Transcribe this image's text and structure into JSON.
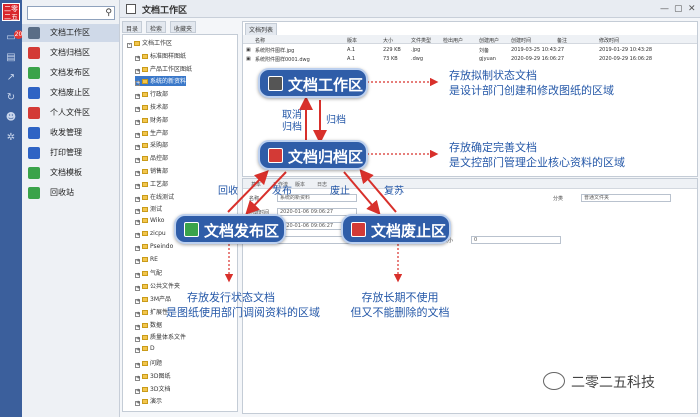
{
  "logo": {
    "text": "二零\n二五"
  },
  "rail": {
    "badge": "20"
  },
  "nav": {
    "search_placeholder": "",
    "items": [
      {
        "label": "文档工作区",
        "color": "#5a6d86"
      },
      {
        "label": "文档归档区",
        "color": "#d33a36"
      },
      {
        "label": "文档发布区",
        "color": "#3aa34a"
      },
      {
        "label": "文档废止区",
        "color": "#2e63c4"
      },
      {
        "label": "个人文件区",
        "color": "#d33a36"
      },
      {
        "label": "收发管理",
        "color": "#2e63c4"
      },
      {
        "label": "打印管理",
        "color": "#2e63c4"
      },
      {
        "label": "文档模板",
        "color": "#3aa34a"
      },
      {
        "label": "回收站",
        "color": "#3aa34a"
      }
    ]
  },
  "window": {
    "title": "文档工作区",
    "left_tabs": [
      "目录",
      "检索",
      "收藏夹"
    ],
    "tree": [
      {
        "label": "文档工作区",
        "level": 0,
        "exp": true
      },
      {
        "label": "标准图样图纸",
        "level": 1
      },
      {
        "label": "产品工作区图纸",
        "level": 1
      },
      {
        "label": "系统的新资料",
        "level": 1,
        "sel": true
      },
      {
        "label": "行政部",
        "level": 1
      },
      {
        "label": "技术部",
        "level": 1
      },
      {
        "label": "财务部",
        "level": 1
      },
      {
        "label": "生产部",
        "level": 1
      },
      {
        "label": "采购部",
        "level": 1
      },
      {
        "label": "品控部",
        "level": 1
      },
      {
        "label": "销售部",
        "level": 1
      },
      {
        "label": "工艺部",
        "level": 1
      },
      {
        "label": "在线测试",
        "level": 1
      },
      {
        "label": "测试",
        "level": 1
      },
      {
        "label": "Wiko",
        "level": 1
      },
      {
        "label": "zicpu",
        "level": 1
      },
      {
        "label": "Pseindo",
        "level": 1
      },
      {
        "label": "RE",
        "level": 1
      },
      {
        "label": "气配",
        "level": 1
      },
      {
        "label": "公共文件夹",
        "level": 1
      },
      {
        "label": "3M产品",
        "level": 1
      },
      {
        "label": "扩展性",
        "level": 1
      },
      {
        "label": "数据",
        "level": 1
      },
      {
        "label": "质量体系文件",
        "level": 1
      },
      {
        "label": "D",
        "level": 1
      },
      {
        "label": "问题",
        "level": 1
      },
      {
        "label": "3D图纸",
        "level": 1
      },
      {
        "label": "3D文档",
        "level": 1
      },
      {
        "label": "演示",
        "level": 1
      }
    ],
    "list_tab": "文档列表",
    "list_headers": [
      "名称",
      "版本",
      "大小",
      "文件类型",
      "检出用户",
      "创建用户",
      "创建时间",
      "备注",
      "修改时间"
    ],
    "list_rows": [
      [
        "系统附件图样.jpg",
        "A.1",
        "229 KB",
        ".jpg",
        "",
        "刘备",
        "2019-03-25 10:43:27",
        "",
        "2019-01-29 10:43:28"
      ],
      [
        "系统附件图样0001.dwg",
        "A.1",
        "73 KB",
        ".dwg",
        "",
        "gjyuan",
        "2020-09-29 16:06:27",
        "",
        "2020-09-29 16:06:28"
      ]
    ],
    "detail_tabs": [
      "基本",
      "工作流",
      "版本",
      "日志"
    ],
    "detail_fields": [
      {
        "label": "名称",
        "value": "系统的新资料"
      },
      {
        "label": "创建时间",
        "value": "2020-01-06 09:06:27"
      },
      {
        "label": "修改时间",
        "value": "2020-01-06 09:06:27"
      },
      {
        "label": "检出用户",
        "value": ""
      },
      {
        "label": "分类",
        "value": "普通文件夹"
      },
      {
        "label": "大小",
        "value": "0"
      }
    ]
  },
  "diagram": {
    "zones": {
      "work": {
        "label": "文档工作区",
        "color": "#555555"
      },
      "archive": {
        "label": "文档归档区",
        "color": "#d33a36"
      },
      "publish": {
        "label": "文档发布区",
        "color": "#3aa34a"
      },
      "obsolete": {
        "label": "文档废止区",
        "color": "#d33a36"
      }
    },
    "arrows": {
      "cancel_archive": "取消\n归档",
      "archive": "归档",
      "recover": "回收",
      "publish": "发布",
      "obsolete": "废止",
      "restore": "复苏"
    },
    "notes": {
      "work": [
        "存放拟制状态文档",
        "是设计部门创建和修改图纸的区域"
      ],
      "archive": [
        "存放确定完善文档",
        "是文控部门管理企业核心资料的区域"
      ],
      "publish": [
        "存放发行状态文档",
        "是图纸使用部门调阅资料的区域"
      ],
      "obsolete": [
        "存放长期不使用",
        "但又不能删除的文档"
      ]
    }
  },
  "watermark": "二零二五科技",
  "colors": {
    "arrow": "#d8302b",
    "zone": "#2f5da8",
    "note": "#2558a8"
  }
}
